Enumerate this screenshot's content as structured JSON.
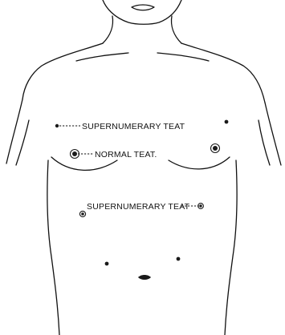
{
  "labels": {
    "upper_supernumerary": "SUPERNUMERARY TEAT",
    "normal": "NORMAL TEAT.",
    "lower_supernumerary": "SUPERNUMERARY TEAT"
  }
}
